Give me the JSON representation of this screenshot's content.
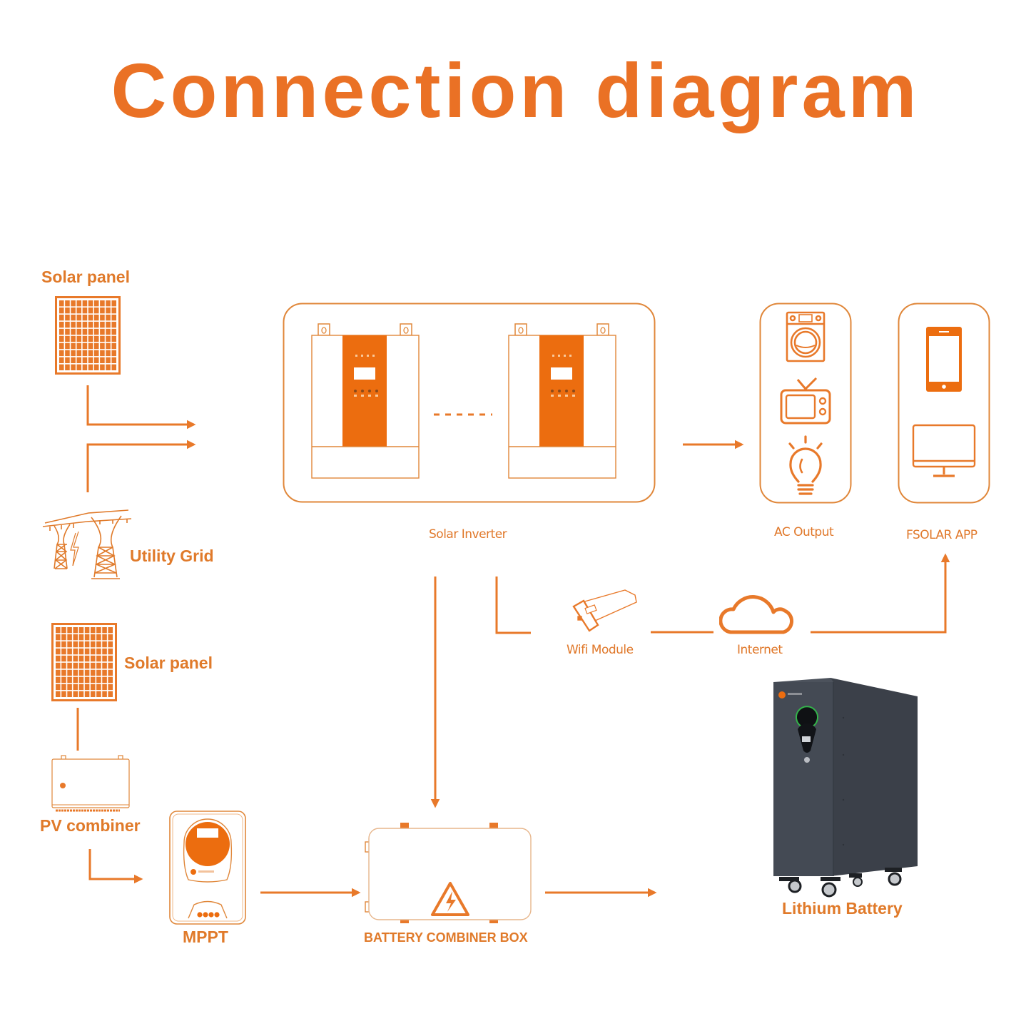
{
  "title": "Connection diagram",
  "colors": {
    "accent": "#ea7125",
    "line": "#e8792a",
    "inverter_panel": "#ec6d0f",
    "battery_body": "#3c424b",
    "background": "#ffffff"
  },
  "nodes": {
    "solar_panel_top": {
      "label": "Solar panel",
      "icon": "solar-panel-icon"
    },
    "utility_grid": {
      "label": "Utility Grid",
      "icon": "power-tower-icon"
    },
    "solar_inverter": {
      "label": "Solar Inverter",
      "icon": "inverter-icon",
      "units_shown": 2
    },
    "ac_output": {
      "label": "AC Output",
      "icons": [
        "washing-machine-icon",
        "tv-icon",
        "light-bulb-icon"
      ]
    },
    "fsolar_app": {
      "label": "FSOLAR APP",
      "icons": [
        "smartphone-icon",
        "monitor-icon"
      ]
    },
    "wifi_module": {
      "label": "Wifi Module",
      "icon": "wifi-dongle-icon"
    },
    "internet": {
      "label": "Internet",
      "icon": "cloud-icon"
    },
    "solar_panel_bottom": {
      "label": "Solar panel",
      "icon": "solar-panel-icon"
    },
    "pv_combiner": {
      "label": "PV combiner",
      "icon": "combiner-box-icon"
    },
    "mppt": {
      "label": "MPPT",
      "icon": "charge-controller-icon"
    },
    "battery_combiner_box": {
      "label": "BATTERY COMBINER BOX",
      "icon": "high-voltage-warning-icon"
    },
    "lithium_battery": {
      "label": "Lithium Battery",
      "icon": "battery-cabinet-icon"
    }
  },
  "connections": [
    {
      "from": "Solar panel",
      "to": "Solar Inverter"
    },
    {
      "from": "Utility Grid",
      "to": "Solar Inverter"
    },
    {
      "from": "Solar Inverter",
      "to": "AC Output"
    },
    {
      "from": "Solar Inverter",
      "to": "Wifi Module"
    },
    {
      "from": "Wifi Module",
      "to": "Internet"
    },
    {
      "from": "Internet",
      "to": "FSOLAR APP"
    },
    {
      "from": "Solar Inverter",
      "to": "BATTERY COMBINER BOX"
    },
    {
      "from": "Solar panel",
      "to": "PV combiner"
    },
    {
      "from": "PV combiner",
      "to": "MPPT"
    },
    {
      "from": "MPPT",
      "to": "BATTERY COMBINER BOX"
    },
    {
      "from": "BATTERY COMBINER BOX",
      "to": "Lithium Battery"
    }
  ]
}
